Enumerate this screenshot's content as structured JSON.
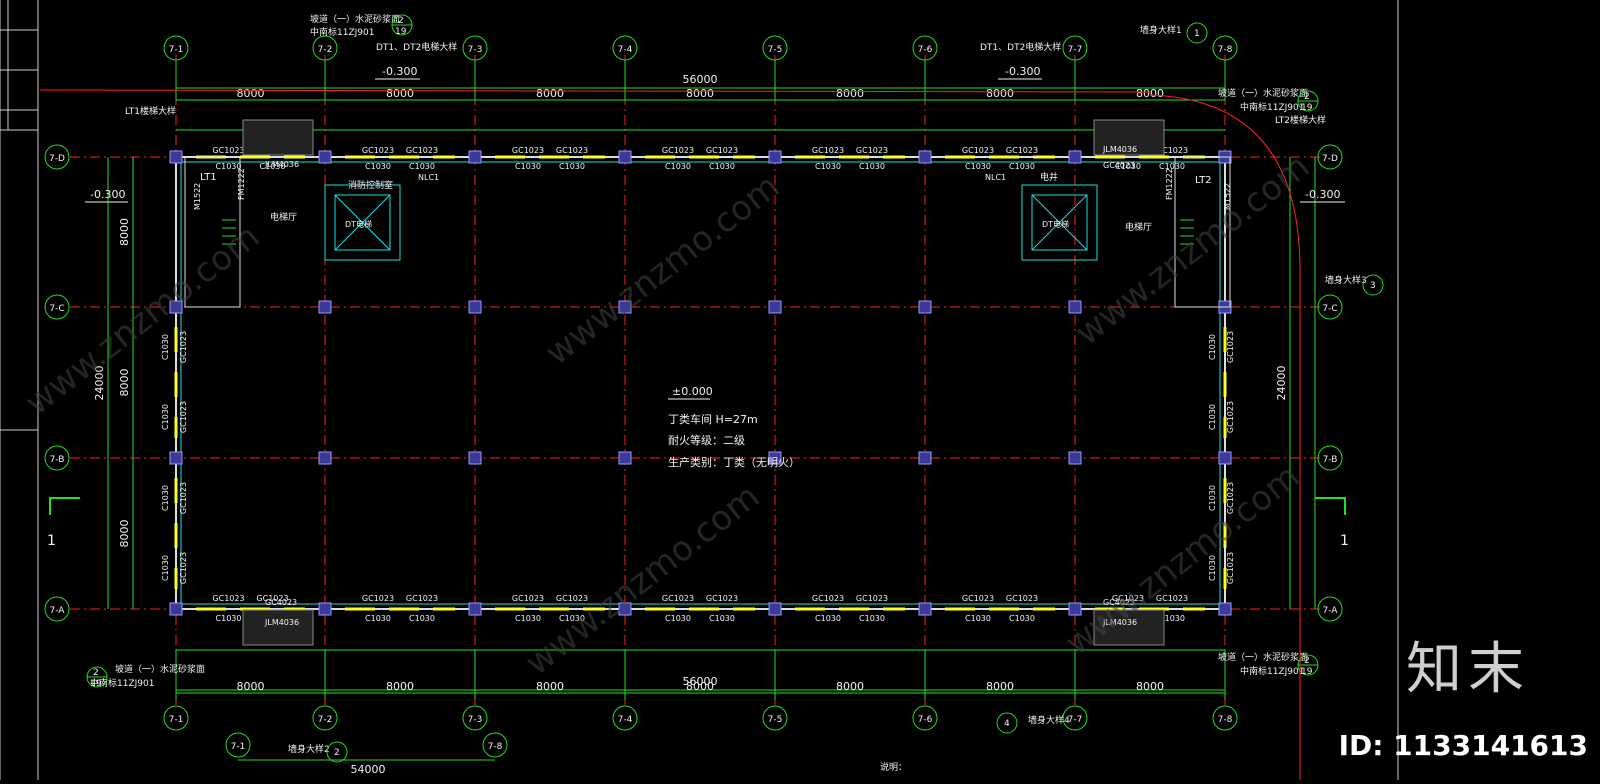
{
  "colors": {
    "axis": "#ff2020",
    "green": "#22dd22",
    "wall": "#dddddd",
    "column": "#3a3a9a",
    "text": "#f2f2f2",
    "yellow": "#ffff22",
    "cyan": "#22dddd"
  },
  "axes_x": [
    "7-1",
    "7-2",
    "7-3",
    "7-4",
    "7-5",
    "7-6",
    "7-7",
    "7-8"
  ],
  "axes_y": [
    "7-D",
    "7-C",
    "7-B",
    "7-A"
  ],
  "dims": {
    "total": "56000",
    "bay": "8000",
    "overall_height": "24000",
    "bottom_total": "54000"
  },
  "elevations": {
    "top_left": "-0.300",
    "top_right": "-0.300",
    "left": "-0.300",
    "right": "-0.300",
    "floor": "±0.000"
  },
  "info": {
    "line1": "丁类车间    H=27m",
    "line2": "耐火等级：二级",
    "line3": "生产类别：丁类（无明火）"
  },
  "callouts": {
    "ramp_top_left": "坡道（一）水泥砂浆面",
    "ramp_ref": "中南标11ZJ901",
    "elev_detail": "DT1、DT2电梯大样",
    "stair_detail_lt1": "LT1楼梯大样",
    "stair_detail_lt2": "LT2楼梯大样",
    "wall_detail1": "墙身大样1",
    "wall_detail2": "墙身大样2",
    "wall_detail3": "墙身大样3",
    "wall_detail4": "墙身大样4",
    "num19": "19",
    "num2": "2",
    "num1": "1",
    "num3": "3",
    "num4": "4"
  },
  "rooms": {
    "lt1": "LT1",
    "lt2": "LT2",
    "elevator_hall": "电梯厅",
    "elevator": "DT电梯",
    "fire_room": "消防控制室",
    "shaft": "电井"
  },
  "labels": {
    "gc": "GC1023",
    "c": "C1030",
    "gc4023": "GC4023",
    "jlm": "JLM4036",
    "fm": "FM1222",
    "m": "M1522",
    "nlc": "NLC1",
    "section": "1",
    "notes": "说明："
  },
  "branding": {
    "brand": "知末",
    "id": "ID: 1133141613",
    "site": "www.znzmo.com"
  }
}
